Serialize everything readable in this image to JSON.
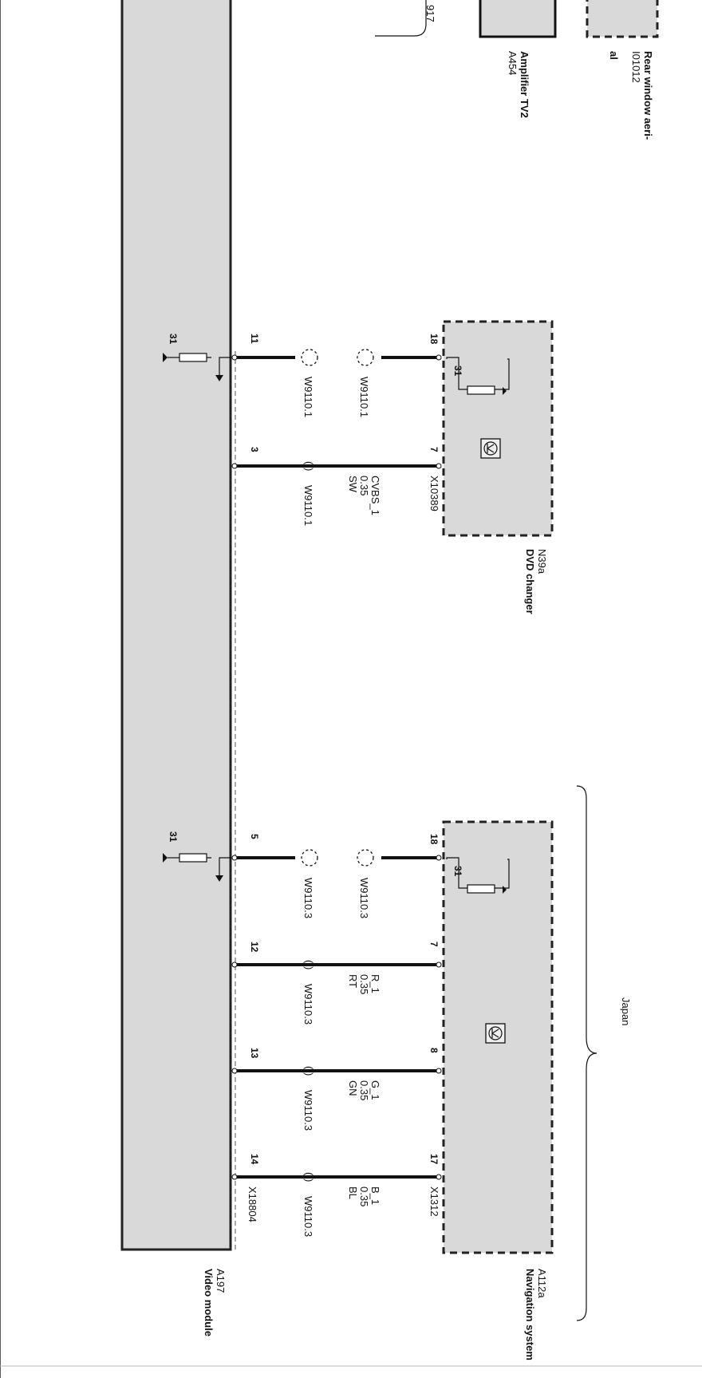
{
  "components": {
    "video_module": {
      "code": "A197",
      "name": "Video module",
      "connector": "X18804"
    },
    "dvd_changer": {
      "code": "N39a",
      "name": "DVD changer",
      "connector": "X10389"
    },
    "navigation": {
      "code": "A112a",
      "name": "Navigation system",
      "connector": "X1312"
    },
    "amplifier": {
      "code": "A454",
      "name": "Amplifier TV2"
    },
    "rear_aerial": {
      "code": "I01012",
      "name_line1": "Rear window aeri-",
      "name_line2": "al"
    },
    "partial_ref": "917",
    "region": "Japan"
  },
  "ground": "31",
  "dvd_wires": {
    "shield": {
      "pin_top": "18",
      "pin_bottom": "11",
      "label_top": "W9110.1",
      "label_bottom": "W9110.1"
    },
    "cvbs": {
      "pin_top": "7",
      "pin_bottom": "3",
      "signal": "CVBS_1",
      "size": "0.35",
      "color": "SW",
      "cable": "W9110.1"
    }
  },
  "nav_wires": {
    "shield": {
      "pin_top": "18",
      "pin_bottom": "5",
      "label_top": "W9110.3",
      "label_bottom": "W9110.3"
    },
    "r": {
      "pin_top": "7",
      "pin_bottom": "12",
      "signal": "R_1",
      "size": "0.35",
      "color": "RT",
      "cable": "W9110.3"
    },
    "g": {
      "pin_top": "8",
      "pin_bottom": "13",
      "signal": "G_1",
      "size": "0.35",
      "color": "GN",
      "cable": "W9110.3"
    },
    "b": {
      "pin_top": "17",
      "pin_bottom": "14",
      "signal": "B_1",
      "size": "0.35",
      "color": "BL",
      "cable": "W9110.3"
    }
  }
}
